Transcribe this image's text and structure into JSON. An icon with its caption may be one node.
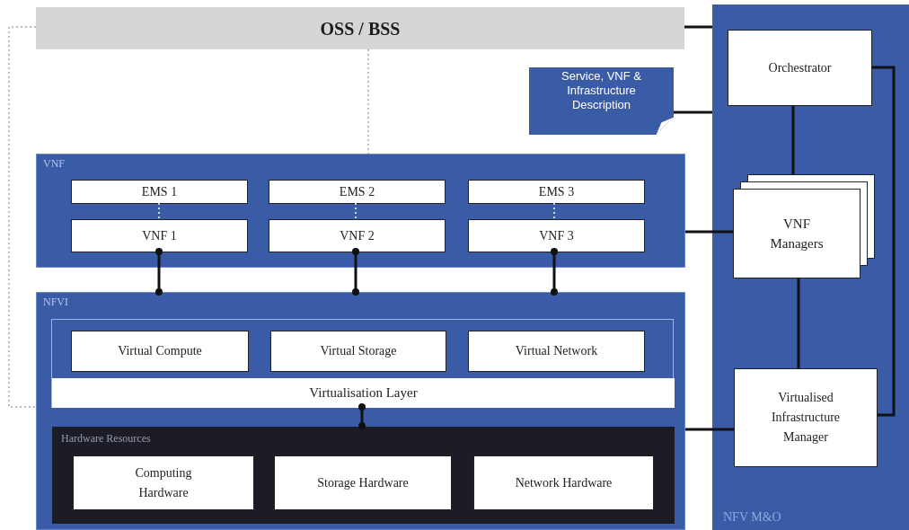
{
  "diagram": {
    "nodes": [
      {
        "text": [
          "OSS / BSS"
        ]
      },
      {
        "text": [
          "NFV M&O"
        ]
      },
      {
        "text": [
          "Orchestrator"
        ],
        "in": 1
      },
      {
        "text": [
          "VNF Managers"
        ],
        "in": 1
      },
      {
        "text": [
          "Virtualised Infrastructure Manager"
        ],
        "in": 1
      },
      {
        "text": [
          "Service, VNF & Infrastructure Description"
        ]
      },
      {
        "text": [
          "VNF"
        ]
      },
      {
        "text": [
          "EMS 1"
        ],
        "in": 6
      },
      {
        "text": [
          "EMS 2"
        ],
        "in": 6
      },
      {
        "text": [
          "EMS 3"
        ],
        "in": 6
      },
      {
        "text": [
          "VNF 1"
        ],
        "in": 6
      },
      {
        "text": [
          "VNF 2"
        ],
        "in": 6
      },
      {
        "text": [
          "VNF 3"
        ],
        "in": 6
      },
      {
        "text": [
          "NFVI"
        ]
      },
      {
        "text": [
          "Virtual Compute"
        ],
        "in": 13
      },
      {
        "text": [
          "Virtual Storage"
        ],
        "in": 13
      },
      {
        "text": [
          "Virtual Network"
        ],
        "in": 13
      },
      {
        "text": [
          "Virtualisation Layer"
        ],
        "in": 13
      },
      {
        "text": [
          "Hardware Resources"
        ],
        "in": 13
      },
      {
        "text": [
          "Computing Hardware"
        ],
        "in": 18
      },
      {
        "text": [
          "Storage Hardware"
        ],
        "in": 18
      },
      {
        "text": [
          "Network Hardware"
        ],
        "in": 18
      }
    ],
    "edges": [
      {
        "from": 0,
        "to": 1,
        "arrow": "none"
      },
      {
        "from": 5,
        "to": 1,
        "arrow": "none"
      },
      {
        "from": 2,
        "to": 3,
        "arrow": "none"
      },
      {
        "from": 3,
        "to": 4,
        "arrow": "none"
      },
      {
        "from": 2,
        "to": 4,
        "arrow": "none"
      },
      {
        "from": 6,
        "to": 3,
        "arrow": "none"
      },
      {
        "from": 13,
        "to": 4,
        "arrow": "none"
      },
      {
        "from": 7,
        "to": 10,
        "arrow": "none",
        "style": "dashed",
        "color": "#ffffff"
      },
      {
        "from": 8,
        "to": 11,
        "arrow": "none",
        "style": "dashed",
        "color": "#ffffff"
      },
      {
        "from": 9,
        "to": 12,
        "arrow": "none",
        "style": "dashed",
        "color": "#ffffff"
      },
      {
        "from": 10,
        "to": 13,
        "arrow": "other"
      },
      {
        "from": 11,
        "to": 13,
        "arrow": "other"
      },
      {
        "from": 12,
        "to": 13,
        "arrow": "other"
      },
      {
        "from": 17,
        "to": 18,
        "arrow": "other"
      },
      {
        "from": 0,
        "to": 6,
        "arrow": "none",
        "style": "dashed",
        "color": "#9aa6b8"
      },
      {
        "from": 0,
        "to": 13,
        "arrow": "none",
        "style": "dashed",
        "color": "#9aa6b8"
      }
    ]
  }
}
